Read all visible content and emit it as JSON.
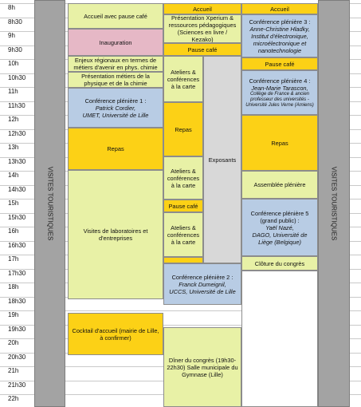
{
  "times": [
    "8h",
    "8h30",
    "9h",
    "9h30",
    "10h",
    "10h30",
    "11h",
    "11h30",
    "12h",
    "12h30",
    "13h",
    "13h30",
    "14h",
    "14h30",
    "15h",
    "15h30",
    "16h",
    "16h30",
    "17h",
    "17h30",
    "18h",
    "18h30",
    "19h",
    "19h30",
    "20h",
    "20h30",
    "21h",
    "21h30",
    "22h"
  ],
  "side_label_left": "VISITES TOURISTIQUES",
  "side_label_right": "VISITES TOURISTIQUES",
  "day1": {
    "accueil": "Accueil avec pause café",
    "inauguration": "Inauguration",
    "enjeux": "Enjeux régionaux en termes de métiers d'avenir en phys. chimie",
    "presentation": "Présentation métiers de la physique  et de la chimie",
    "conf1_title": "Conférence plénière 1 :",
    "conf1_speaker": "Patrick Cordier,",
    "conf1_place": "UMET, Université de Lille",
    "repas": "Repas",
    "visites": "Visites de laboratoires et d'entreprises",
    "cocktail": "Cocktail d'accueil (mairie de Lille, à confirmer)"
  },
  "day2": {
    "accueil": "Accueil",
    "xperium": "Présentation Xperium & ressources pédagogiques (Sciences en livre / Kezako)",
    "pause1": "Pause café",
    "ateliers1": "Ateliers & conférences à la carte",
    "repas": "Repas",
    "ateliers2": "Ateliers & conférences à la carte",
    "pause2": "Pause café",
    "ateliers3": "Ateliers & conférences à la carte",
    "exposants": "Exposants",
    "conf2_title": "Conférence plénière 2 :",
    "conf2_speaker": "Franck Dumeignil,",
    "conf2_place": "UCCS, Université de Lille",
    "diner": "Dîner du congrès (19h30-22h30) Salle municipale du Gymnase (Lille)"
  },
  "day3": {
    "accueil": "Accueil",
    "conf3_title": "Conférence plénière 3 :",
    "conf3_speaker": "Anne-Christine Hladky, Institut d'électronique, microélectronique et nanotechnologie",
    "pause1": "Pause café",
    "conf4_title": "Conférence plénière 4 :",
    "conf4_speaker": "Jean-Marie Tarascon,",
    "conf4_detail": "Collège de France & ancien professeur des universités - Université Jules Verne (Amiens)",
    "repas": "Repas",
    "assemblee": "Assemblée plénière",
    "conf5_title": "Conférence plénière 5 (grand public) :",
    "conf5_speaker": "Yaël Nazé,",
    "conf5_place": "DAGO, Université de Liège (Belgique)",
    "cloture": "Clôture du congrès"
  },
  "colors": {
    "yellow": "#fcd116",
    "light_green": "#e8f1a6",
    "blue": "#b8cce4",
    "pink": "#e6b8c6",
    "gray": "#a3a3a3"
  }
}
